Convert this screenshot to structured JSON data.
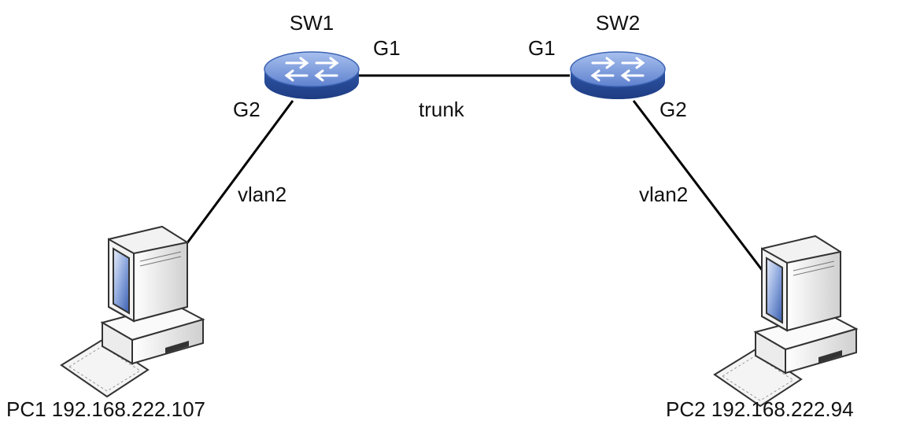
{
  "nodes": {
    "sw1": {
      "name": "SW1",
      "icon": "switch-icon"
    },
    "sw2": {
      "name": "SW2",
      "icon": "switch-icon"
    },
    "pc1": {
      "label": "PC1 192.168.222.107",
      "icon": "computer-icon"
    },
    "pc2": {
      "label": "PC2 192.168.222.94",
      "icon": "computer-icon"
    }
  },
  "ports": {
    "sw1_g1": "G1",
    "sw1_g2": "G2",
    "sw2_g1": "G1",
    "sw2_g2": "G2"
  },
  "links": {
    "sw1_sw2": "trunk",
    "sw1_pc1": "vlan2",
    "sw2_pc2": "vlan2"
  },
  "colors": {
    "switch_blue": "#3d64b4",
    "switch_top": "#7c9ee0",
    "line": "#000000",
    "pc_body": "#f2f2f2",
    "pc_screen": "#5a7fc8"
  }
}
